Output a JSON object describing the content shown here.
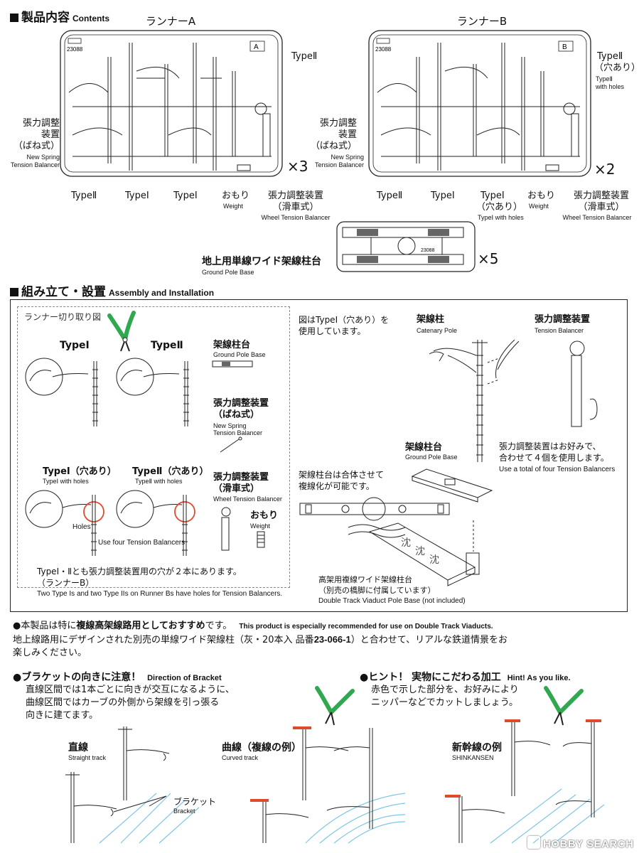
{
  "contents": {
    "heading_jp": "製品内容",
    "heading_en": "Contents",
    "runner_a": {
      "title": "ランナーA",
      "code": "23088",
      "letter": "A",
      "count": "×3",
      "type2": "TypeⅡ",
      "spring_jp_1": "張力調整",
      "spring_jp_2": "装置",
      "spring_jp_3": "（ばね式）",
      "spring_en_1": "New Spring",
      "spring_en_2": "Tension Balancer",
      "bottom_type2": "TypeⅡ",
      "bottom_type1a": "TypeⅠ",
      "bottom_type1b": "TypeⅠ",
      "weight_jp": "おもり",
      "weight_en": "Weight",
      "wheel_jp_1": "張力調整装置",
      "wheel_jp_2": "（滑車式）",
      "wheel_en": "Wheel Tension Balancer"
    },
    "runner_b": {
      "title": "ランナーB",
      "code": "23088",
      "letter": "B",
      "count": "×2",
      "type2_holes_1": "TypeⅡ",
      "type2_holes_2": "（穴あり）",
      "type2_holes_en_1": "TypeⅡ",
      "type2_holes_en_2": "with holes",
      "spring_jp_1": "張力調整",
      "spring_jp_2": "装置",
      "spring_jp_3": "（ばね式）",
      "spring_en_1": "New Spring",
      "spring_en_2": "Tension Balancer",
      "bottom_type2": "TypeⅡ",
      "bottom_type1": "TypeⅠ",
      "bottom_type1h_1": "TypeⅠ",
      "bottom_type1h_2": "（穴あり）",
      "bottom_type1h_en": "TypeⅠ with holes",
      "weight_jp": "おもり",
      "weight_en": "Weight",
      "wheel_jp_1": "張力調整装置",
      "wheel_jp_2": "（滑車式）",
      "wheel_en": "Wheel Tension Balancer"
    },
    "base": {
      "title_jp": "地上用単線ワイド架線柱台",
      "title_en": "Ground Pole Base",
      "code": "23088",
      "count": "×5"
    }
  },
  "assembly": {
    "heading_jp": "組み立て・設置",
    "heading_en": "Assembly and Installation",
    "cut_title": "ランナー切り取り図",
    "type1": "TypeⅠ",
    "type2": "TypeⅡ",
    "type1_holes_jp": "TypeⅠ（穴あり）",
    "type1_holes_en": "TypeⅠ with holes",
    "type2_holes_jp": "TypeⅡ（穴あり）",
    "type2_holes_en": "TypeⅡ with holes",
    "holes": "Holes",
    "use_four": "Use four Tension Balancers",
    "pole_base_jp": "架線柱台",
    "pole_base_en": "Ground Pole Base",
    "spring_jp_1": "張力調整装置",
    "spring_jp_2": "（ばね式）",
    "spring_en_1": "New Spring",
    "spring_en_2": "Tension Balancer",
    "wheel_jp_1": "張力調整装置",
    "wheel_jp_2": "（滑車式）",
    "wheel_en": "Wheel Tension Balancer",
    "weight_jp": "おもり",
    "weight_en": "Weight",
    "note_jp_1": "TypeⅠ・Ⅱとも張力調整装置用の穴が２本にあります。",
    "note_jp_2": "（ランナーB）",
    "note_en": "Two Type Is and two Type IIs on Runner Bs have holes for Tension Balancers.",
    "right_note_1": "図はTypeⅠ（穴あり）を",
    "right_note_2": "使用しています。",
    "catenary_jp": "架線柱",
    "catenary_en": "Catenary Pole",
    "tension_jp": "張力調整装置",
    "tension_en": "Tension Balancer",
    "tension_note_1": "張力調整装置はお好みで、",
    "tension_note_2": "合わせて４個を使用します。",
    "tension_note_en": "Use a total of four Tension Balancers",
    "ground_base_jp": "架線柱台",
    "ground_base_en": "Ground Pole Base",
    "combine_1": "架線柱台は合体させて",
    "combine_2": "複線化が可能です。",
    "viaduct_jp_1": "高架用複線ワイド架線柱台",
    "viaduct_jp_2": "（別売の橋脚に付属しています）",
    "viaduct_en": "Double Track Viaduct Pole Base (not included)"
  },
  "recommend": {
    "line1_a": "●本製品は特に",
    "line1_b": "複線高架線路用としておすすめ",
    "line1_c": "です。",
    "line1_en": "This product is especially recommended for use on Double Track Viaducts.",
    "line2_a": "地上線路用にデザインされた別売の単線ワイド架線柱（灰・20本入 品番",
    "line2_b": "23-066-1",
    "line2_c": "）と合わせて、リアルな鉄道情景をお",
    "line3": "楽しみください。"
  },
  "bracket": {
    "title_jp": "●ブラケットの向きに注意！",
    "title_en": "Direction of Bracket",
    "body_1": "直線区間では1本ごとに向きが交互になるように、",
    "body_2": "曲線区間ではカーブの外側から架線を引っ張る",
    "body_3": "向きに建てます。",
    "straight_jp": "直線",
    "straight_en": "Straight track",
    "bracket_jp": "ブラケット",
    "bracket_en": "Bracket",
    "curved_jp": "曲線（複線の例）",
    "curved_en": "Curved track"
  },
  "hint": {
    "title_jp": "●ヒント！ 実物にこだわる加工",
    "title_en": "Hint! As you like.",
    "body_1": "赤色で示した部分を、お好みにより",
    "body_2": "ニッパーなどでカットしましょう。",
    "shinkansen_jp": "新幹線の例",
    "shinkansen_en": "SHINKANSEN"
  },
  "footer": {
    "watermark": "HOBBY SEARCH"
  },
  "colors": {
    "accent_green": "#2fa84f",
    "accent_red": "#e04a2a",
    "track_blue": "#7fc6e6",
    "ink": "#111111"
  }
}
